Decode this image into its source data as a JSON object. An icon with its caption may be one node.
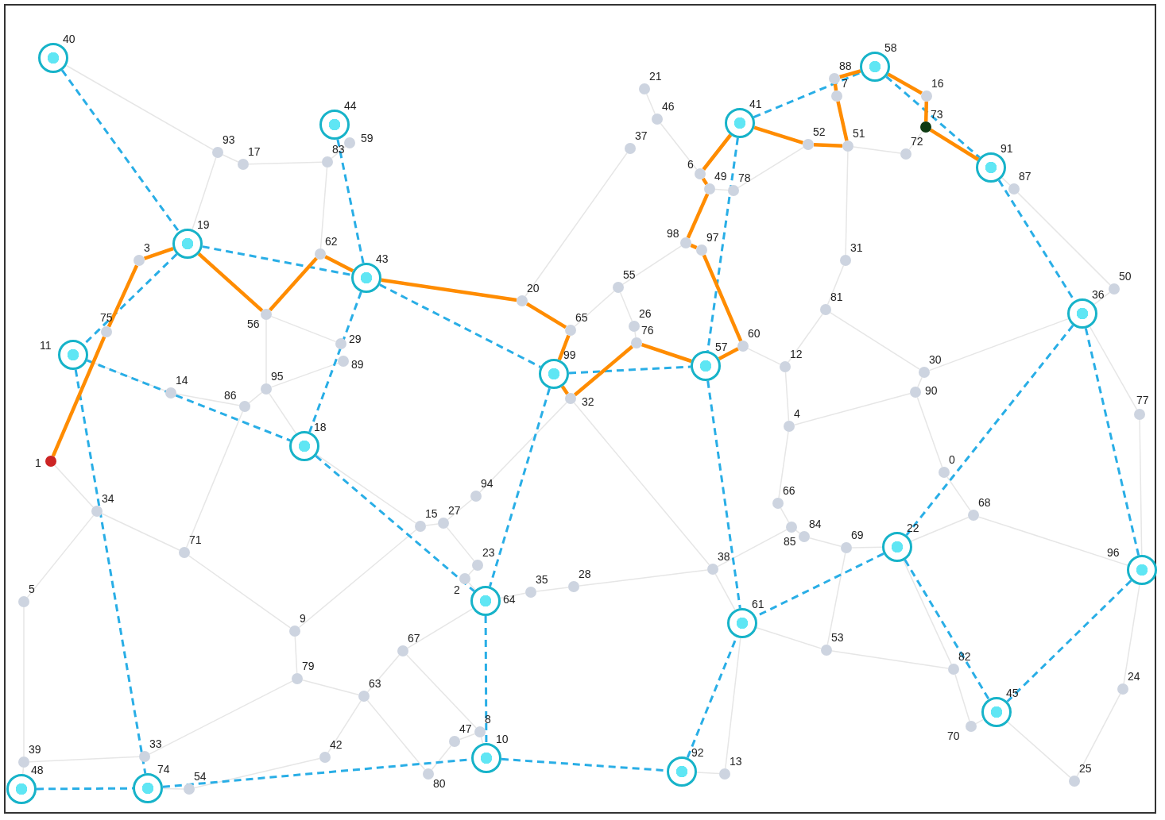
{
  "diagram": {
    "nodes": [
      {
        "text": [],
        "shape": "circle",
        "beside": [
          "0"
        ]
      },
      {
        "text": [],
        "shape": "circle",
        "beside": [
          "1"
        ]
      },
      {
        "text": [],
        "shape": "circle",
        "beside": [
          "2"
        ]
      },
      {
        "text": [],
        "shape": "circle",
        "beside": [
          "3"
        ]
      },
      {
        "text": [],
        "shape": "circle",
        "beside": [
          "4"
        ]
      },
      {
        "text": [],
        "shape": "circle",
        "beside": [
          "5"
        ]
      },
      {
        "text": [],
        "shape": "circle",
        "beside": [
          "6"
        ]
      },
      {
        "text": [],
        "shape": "circle",
        "beside": [
          "7"
        ]
      },
      {
        "text": [],
        "shape": "circle",
        "beside": [
          "8"
        ]
      },
      {
        "text": [],
        "shape": "circle",
        "beside": [
          "9"
        ]
      },
      {
        "text": [],
        "shape": "circle",
        "beside": [
          "10"
        ]
      },
      {
        "text": [],
        "shape": "circle",
        "beside": [
          "11"
        ]
      },
      {
        "text": [],
        "shape": "circle",
        "beside": [
          "12"
        ]
      },
      {
        "text": [],
        "shape": "circle",
        "beside": [
          "13"
        ]
      },
      {
        "text": [],
        "shape": "circle",
        "beside": [
          "14"
        ]
      },
      {
        "text": [],
        "shape": "circle",
        "beside": [
          "15"
        ]
      },
      {
        "text": [],
        "shape": "circle",
        "beside": [
          "16"
        ]
      },
      {
        "text": [],
        "shape": "circle",
        "beside": [
          "17"
        ]
      },
      {
        "text": [],
        "shape": "circle",
        "beside": [
          "18"
        ]
      },
      {
        "text": [],
        "shape": "circle",
        "beside": [
          "19"
        ]
      },
      {
        "text": [],
        "shape": "circle",
        "beside": [
          "20"
        ]
      },
      {
        "text": [],
        "shape": "circle",
        "beside": [
          "21"
        ]
      },
      {
        "text": [],
        "shape": "circle",
        "beside": [
          "22"
        ]
      },
      {
        "text": [],
        "shape": "circle",
        "beside": [
          "23"
        ]
      },
      {
        "text": [],
        "shape": "circle",
        "beside": [
          "24"
        ]
      },
      {
        "text": [],
        "shape": "circle",
        "beside": [
          "25"
        ]
      },
      {
        "text": [],
        "shape": "circle",
        "beside": [
          "26"
        ]
      },
      {
        "text": [],
        "shape": "circle",
        "beside": [
          "27"
        ]
      },
      {
        "text": [],
        "shape": "circle",
        "beside": [
          "28"
        ]
      },
      {
        "text": [],
        "shape": "circle",
        "beside": [
          "29"
        ]
      },
      {
        "text": [],
        "shape": "circle",
        "beside": [
          "30"
        ]
      },
      {
        "text": [],
        "shape": "circle",
        "beside": [
          "31"
        ]
      },
      {
        "text": [],
        "shape": "circle",
        "beside": [
          "32"
        ]
      },
      {
        "text": [],
        "shape": "circle",
        "beside": [
          "33"
        ]
      },
      {
        "text": [],
        "shape": "circle",
        "beside": [
          "34"
        ]
      },
      {
        "text": [],
        "shape": "circle",
        "beside": [
          "35"
        ]
      },
      {
        "text": [],
        "shape": "circle",
        "beside": [
          "36"
        ]
      },
      {
        "text": [],
        "shape": "circle",
        "beside": [
          "37"
        ]
      },
      {
        "text": [],
        "shape": "circle",
        "beside": [
          "38"
        ]
      },
      {
        "text": [],
        "shape": "circle",
        "beside": [
          "39"
        ]
      },
      {
        "text": [],
        "shape": "circle",
        "beside": [
          "40"
        ]
      },
      {
        "text": [],
        "shape": "circle",
        "beside": [
          "41"
        ]
      },
      {
        "text": [],
        "shape": "circle",
        "beside": [
          "42"
        ]
      },
      {
        "text": [],
        "shape": "circle",
        "beside": [
          "43"
        ]
      },
      {
        "text": [],
        "shape": "circle",
        "beside": [
          "44"
        ]
      },
      {
        "text": [],
        "shape": "circle",
        "beside": [
          "45"
        ]
      },
      {
        "text": [],
        "shape": "circle",
        "beside": [
          "46"
        ]
      },
      {
        "text": [],
        "shape": "circle",
        "beside": [
          "47"
        ]
      },
      {
        "text": [],
        "shape": "circle",
        "beside": [
          "48"
        ]
      },
      {
        "text": [],
        "shape": "circle",
        "beside": [
          "49"
        ]
      },
      {
        "text": [],
        "shape": "circle",
        "beside": [
          "50"
        ]
      },
      {
        "text": [],
        "shape": "circle",
        "beside": [
          "51"
        ]
      },
      {
        "text": [],
        "shape": "circle",
        "beside": [
          "52"
        ]
      },
      {
        "text": [],
        "shape": "circle",
        "beside": [
          "53"
        ]
      },
      {
        "text": [],
        "shape": "circle",
        "beside": [
          "54"
        ]
      },
      {
        "text": [],
        "shape": "circle",
        "beside": [
          "55"
        ]
      },
      {
        "text": [],
        "shape": "circle",
        "beside": [
          "56"
        ]
      },
      {
        "text": [],
        "shape": "circle",
        "beside": [
          "57"
        ]
      },
      {
        "text": [],
        "shape": "circle",
        "beside": [
          "58"
        ]
      },
      {
        "text": [],
        "shape": "circle",
        "beside": [
          "59"
        ]
      },
      {
        "text": [],
        "shape": "circle",
        "beside": [
          "60"
        ]
      },
      {
        "text": [],
        "shape": "circle",
        "beside": [
          "61"
        ]
      },
      {
        "text": [],
        "shape": "circle",
        "beside": [
          "62"
        ]
      },
      {
        "text": [],
        "shape": "circle",
        "beside": [
          "63"
        ]
      },
      {
        "text": [],
        "shape": "circle",
        "beside": [
          "64"
        ]
      },
      {
        "text": [],
        "shape": "circle",
        "beside": [
          "65"
        ]
      },
      {
        "text": [],
        "shape": "circle",
        "beside": [
          "66"
        ]
      },
      {
        "text": [],
        "shape": "circle",
        "beside": [
          "67"
        ]
      },
      {
        "text": [],
        "shape": "circle",
        "beside": [
          "68"
        ]
      },
      {
        "text": [],
        "shape": "circle",
        "beside": [
          "69"
        ]
      },
      {
        "text": [],
        "shape": "circle",
        "beside": [
          "70"
        ]
      },
      {
        "text": [],
        "shape": "circle",
        "beside": [
          "71"
        ]
      },
      {
        "text": [],
        "shape": "circle",
        "beside": [
          "72"
        ]
      },
      {
        "text": [],
        "shape": "circle",
        "beside": [
          "73"
        ]
      },
      {
        "text": [],
        "shape": "circle",
        "beside": [
          "74"
        ]
      },
      {
        "text": [],
        "shape": "circle",
        "beside": [
          "75"
        ]
      },
      {
        "text": [],
        "shape": "circle",
        "beside": [
          "76"
        ]
      },
      {
        "text": [],
        "shape": "circle",
        "beside": [
          "77"
        ]
      },
      {
        "text": [],
        "shape": "circle",
        "beside": [
          "78"
        ]
      },
      {
        "text": [],
        "shape": "circle",
        "beside": [
          "79"
        ]
      },
      {
        "text": [],
        "shape": "circle",
        "beside": [
          "80"
        ]
      },
      {
        "text": [],
        "shape": "circle",
        "beside": [
          "81"
        ]
      },
      {
        "text": [],
        "shape": "circle",
        "beside": [
          "82"
        ]
      },
      {
        "text": [],
        "shape": "circle",
        "beside": [
          "83"
        ]
      },
      {
        "text": [],
        "shape": "circle",
        "beside": [
          "84"
        ]
      },
      {
        "text": [],
        "shape": "circle",
        "beside": [
          "85"
        ]
      },
      {
        "text": [],
        "shape": "circle",
        "beside": [
          "86"
        ]
      },
      {
        "text": [],
        "shape": "circle",
        "beside": [
          "87"
        ]
      },
      {
        "text": [],
        "shape": "circle",
        "beside": [
          "88"
        ]
      },
      {
        "text": [],
        "shape": "circle",
        "beside": [
          "89"
        ]
      },
      {
        "text": [],
        "shape": "circle",
        "beside": [
          "90"
        ]
      },
      {
        "text": [],
        "shape": "circle",
        "beside": [
          "91"
        ]
      },
      {
        "text": [],
        "shape": "circle",
        "beside": [
          "92"
        ]
      },
      {
        "text": [],
        "shape": "circle",
        "beside": [
          "93"
        ]
      },
      {
        "text": [],
        "shape": "circle",
        "beside": [
          "94"
        ]
      },
      {
        "text": [],
        "shape": "circle",
        "beside": [
          "95"
        ]
      },
      {
        "text": [],
        "shape": "circle",
        "beside": [
          "96"
        ]
      },
      {
        "text": [],
        "shape": "circle",
        "beside": [
          "97"
        ]
      },
      {
        "text": [],
        "shape": "circle",
        "beside": [
          "98"
        ]
      },
      {
        "text": [],
        "shape": "circle",
        "beside": [
          "99"
        ]
      }
    ],
    "edges": [
      {
        "from": 40,
        "to": 93,
        "arrow": "none"
      },
      {
        "from": 93,
        "to": 17,
        "arrow": "none"
      },
      {
        "from": 93,
        "to": 19,
        "arrow": "none"
      },
      {
        "from": 17,
        "to": 83,
        "arrow": "none"
      },
      {
        "from": 83,
        "to": 59,
        "arrow": "none"
      },
      {
        "from": 83,
        "to": 62,
        "arrow": "none"
      },
      {
        "from": 56,
        "to": 29,
        "arrow": "none"
      },
      {
        "from": 56,
        "to": 95,
        "arrow": "none"
      },
      {
        "from": 95,
        "to": 89,
        "arrow": "none"
      },
      {
        "from": 95,
        "to": 86,
        "arrow": "none"
      },
      {
        "from": 14,
        "to": 86,
        "arrow": "none"
      },
      {
        "from": 11,
        "to": 14,
        "arrow": "none"
      },
      {
        "from": 86,
        "to": 71,
        "arrow": "none"
      },
      {
        "from": 95,
        "to": 18,
        "arrow": "none"
      },
      {
        "from": 18,
        "to": 15,
        "arrow": "none"
      },
      {
        "from": 1,
        "to": 34,
        "arrow": "none"
      },
      {
        "from": 34,
        "to": 5,
        "arrow": "none"
      },
      {
        "from": 34,
        "to": 71,
        "arrow": "none"
      },
      {
        "from": 5,
        "to": 39,
        "arrow": "none"
      },
      {
        "from": 39,
        "to": 33,
        "arrow": "none"
      },
      {
        "from": 39,
        "to": 48,
        "arrow": "none"
      },
      {
        "from": 33,
        "to": 79,
        "arrow": "none"
      },
      {
        "from": 71,
        "to": 9,
        "arrow": "none"
      },
      {
        "from": 9,
        "to": 79,
        "arrow": "none"
      },
      {
        "from": 9,
        "to": 15,
        "arrow": "none"
      },
      {
        "from": 79,
        "to": 63,
        "arrow": "none"
      },
      {
        "from": 63,
        "to": 42,
        "arrow": "none"
      },
      {
        "from": 63,
        "to": 80,
        "arrow": "none"
      },
      {
        "from": 63,
        "to": 67,
        "arrow": "none"
      },
      {
        "from": 42,
        "to": 54,
        "arrow": "none"
      },
      {
        "from": 54,
        "to": 74,
        "arrow": "none"
      },
      {
        "from": 67,
        "to": 64,
        "arrow": "none"
      },
      {
        "from": 67,
        "to": 8,
        "arrow": "none"
      },
      {
        "from": 47,
        "to": 80,
        "arrow": "none"
      },
      {
        "from": 47,
        "to": 8,
        "arrow": "none"
      },
      {
        "from": 8,
        "to": 10,
        "arrow": "none"
      },
      {
        "from": 15,
        "to": 27,
        "arrow": "none"
      },
      {
        "from": 27,
        "to": 94,
        "arrow": "none"
      },
      {
        "from": 94,
        "to": 32,
        "arrow": "none"
      },
      {
        "from": 27,
        "to": 23,
        "arrow": "none"
      },
      {
        "from": 23,
        "to": 2,
        "arrow": "none"
      },
      {
        "from": 2,
        "to": 64,
        "arrow": "none"
      },
      {
        "from": 64,
        "to": 35,
        "arrow": "none"
      },
      {
        "from": 35,
        "to": 28,
        "arrow": "none"
      },
      {
        "from": 28,
        "to": 38,
        "arrow": "none"
      },
      {
        "from": 38,
        "to": 32,
        "arrow": "none"
      },
      {
        "from": 38,
        "to": 61,
        "arrow": "none"
      },
      {
        "from": 38,
        "to": 85,
        "arrow": "none"
      },
      {
        "from": 61,
        "to": 13,
        "arrow": "none"
      },
      {
        "from": 61,
        "to": 53,
        "arrow": "none"
      },
      {
        "from": 53,
        "to": 82,
        "arrow": "none"
      },
      {
        "from": 53,
        "to": 69,
        "arrow": "none"
      },
      {
        "from": 69,
        "to": 84,
        "arrow": "none"
      },
      {
        "from": 69,
        "to": 22,
        "arrow": "none"
      },
      {
        "from": 85,
        "to": 66,
        "arrow": "none"
      },
      {
        "from": 66,
        "to": 4,
        "arrow": "none"
      },
      {
        "from": 4,
        "to": 12,
        "arrow": "none"
      },
      {
        "from": 4,
        "to": 90,
        "arrow": "none"
      },
      {
        "from": 12,
        "to": 81,
        "arrow": "none"
      },
      {
        "from": 12,
        "to": 60,
        "arrow": "none"
      },
      {
        "from": 81,
        "to": 31,
        "arrow": "none"
      },
      {
        "from": 81,
        "to": 30,
        "arrow": "none"
      },
      {
        "from": 30,
        "to": 36,
        "arrow": "none"
      },
      {
        "from": 30,
        "to": 90,
        "arrow": "none"
      },
      {
        "from": 90,
        "to": 0,
        "arrow": "none"
      },
      {
        "from": 0,
        "to": 68,
        "arrow": "none"
      },
      {
        "from": 68,
        "to": 22,
        "arrow": "none"
      },
      {
        "from": 68,
        "to": 96,
        "arrow": "none"
      },
      {
        "from": 22,
        "to": 82,
        "arrow": "none"
      },
      {
        "from": 82,
        "to": 70,
        "arrow": "none"
      },
      {
        "from": 70,
        "to": 45,
        "arrow": "none"
      },
      {
        "from": 45,
        "to": 25,
        "arrow": "none"
      },
      {
        "from": 25,
        "to": 24,
        "arrow": "none"
      },
      {
        "from": 24,
        "to": 96,
        "arrow": "none"
      },
      {
        "from": 96,
        "to": 77,
        "arrow": "none"
      },
      {
        "from": 77,
        "to": 36,
        "arrow": "none"
      },
      {
        "from": 36,
        "to": 50,
        "arrow": "none"
      },
      {
        "from": 50,
        "to": 87,
        "arrow": "none"
      },
      {
        "from": 87,
        "to": 91,
        "arrow": "none"
      },
      {
        "from": 31,
        "to": 51,
        "arrow": "none"
      },
      {
        "from": 51,
        "to": 72,
        "arrow": "none"
      },
      {
        "from": 72,
        "to": 73,
        "arrow": "none"
      },
      {
        "from": 78,
        "to": 52,
        "arrow": "none"
      },
      {
        "from": 49,
        "to": 78,
        "arrow": "none"
      },
      {
        "from": 6,
        "to": 46,
        "arrow": "none"
      },
      {
        "from": 46,
        "to": 21,
        "arrow": "none"
      },
      {
        "from": 55,
        "to": 65,
        "arrow": "none"
      },
      {
        "from": 55,
        "to": 98,
        "arrow": "none"
      },
      {
        "from": 55,
        "to": 26,
        "arrow": "none"
      },
      {
        "from": 26,
        "to": 76,
        "arrow": "none"
      },
      {
        "from": 20,
        "to": 37,
        "arrow": "none"
      },
      {
        "from": 13,
        "to": 92,
        "arrow": "none"
      },
      {
        "from": 84,
        "to": 85,
        "arrow": "none"
      },
      {
        "from": 40,
        "to": 19,
        "arrow": "none",
        "style": "dashed",
        "color": "#29aee6"
      },
      {
        "from": 19,
        "to": 11,
        "arrow": "none",
        "style": "dashed",
        "color": "#29aee6"
      },
      {
        "from": 19,
        "to": 43,
        "arrow": "none",
        "style": "dashed",
        "color": "#29aee6"
      },
      {
        "from": 44,
        "to": 43,
        "arrow": "none",
        "style": "dashed",
        "color": "#29aee6"
      },
      {
        "from": 43,
        "to": 18,
        "arrow": "none",
        "style": "dashed",
        "color": "#29aee6"
      },
      {
        "from": 43,
        "to": 99,
        "arrow": "none",
        "style": "dashed",
        "color": "#29aee6"
      },
      {
        "from": 11,
        "to": 18,
        "arrow": "none",
        "style": "dashed",
        "color": "#29aee6"
      },
      {
        "from": 11,
        "to": 74,
        "arrow": "none",
        "style": "dashed",
        "color": "#29aee6"
      },
      {
        "from": 48,
        "to": 74,
        "arrow": "none",
        "style": "dashed",
        "color": "#29aee6"
      },
      {
        "from": 74,
        "to": 10,
        "arrow": "none",
        "style": "dashed",
        "color": "#29aee6"
      },
      {
        "from": 18,
        "to": 64,
        "arrow": "none",
        "style": "dashed",
        "color": "#29aee6"
      },
      {
        "from": 99,
        "to": 64,
        "arrow": "none",
        "style": "dashed",
        "color": "#29aee6"
      },
      {
        "from": 64,
        "to": 10,
        "arrow": "none",
        "style": "dashed",
        "color": "#29aee6"
      },
      {
        "from": 10,
        "to": 92,
        "arrow": "none",
        "style": "dashed",
        "color": "#29aee6"
      },
      {
        "from": 92,
        "to": 61,
        "arrow": "none",
        "style": "dashed",
        "color": "#29aee6"
      },
      {
        "from": 99,
        "to": 57,
        "arrow": "none",
        "style": "dashed",
        "color": "#29aee6"
      },
      {
        "from": 57,
        "to": 61,
        "arrow": "none",
        "style": "dashed",
        "color": "#29aee6"
      },
      {
        "from": 41,
        "to": 57,
        "arrow": "none",
        "style": "dashed",
        "color": "#29aee6"
      },
      {
        "from": 41,
        "to": 58,
        "arrow": "none",
        "style": "dashed",
        "color": "#29aee6"
      },
      {
        "from": 58,
        "to": 91,
        "arrow": "none",
        "style": "dashed",
        "color": "#29aee6"
      },
      {
        "from": 91,
        "to": 36,
        "arrow": "none",
        "style": "dashed",
        "color": "#29aee6"
      },
      {
        "from": 36,
        "to": 22,
        "arrow": "none",
        "style": "dashed",
        "color": "#29aee6"
      },
      {
        "from": 36,
        "to": 96,
        "arrow": "none",
        "style": "dashed",
        "color": "#29aee6"
      },
      {
        "from": 22,
        "to": 61,
        "arrow": "none",
        "style": "dashed",
        "color": "#29aee6"
      },
      {
        "from": 22,
        "to": 45,
        "arrow": "none",
        "style": "dashed",
        "color": "#29aee6"
      },
      {
        "from": 96,
        "to": 45,
        "arrow": "none",
        "style": "dashed",
        "color": "#29aee6"
      },
      {
        "from": 1,
        "to": 75,
        "arrow": "none",
        "style": "thick",
        "color": "#ff8c00"
      },
      {
        "from": 75,
        "to": 3,
        "arrow": "none",
        "style": "thick",
        "color": "#ff8c00"
      },
      {
        "from": 3,
        "to": 19,
        "arrow": "none",
        "style": "thick",
        "color": "#ff8c00"
      },
      {
        "from": 19,
        "to": 56,
        "arrow": "none",
        "style": "thick",
        "color": "#ff8c00"
      },
      {
        "from": 56,
        "to": 62,
        "arrow": "none",
        "style": "thick",
        "color": "#ff8c00"
      },
      {
        "from": 62,
        "to": 43,
        "arrow": "none",
        "style": "thick",
        "color": "#ff8c00"
      },
      {
        "from": 43,
        "to": 20,
        "arrow": "none",
        "style": "thick",
        "color": "#ff8c00"
      },
      {
        "from": 20,
        "to": 65,
        "arrow": "none",
        "style": "thick",
        "color": "#ff8c00"
      },
      {
        "from": 65,
        "to": 99,
        "arrow": "none",
        "style": "thick",
        "color": "#ff8c00"
      },
      {
        "from": 99,
        "to": 32,
        "arrow": "none",
        "style": "thick",
        "color": "#ff8c00"
      },
      {
        "from": 32,
        "to": 76,
        "arrow": "none",
        "style": "thick",
        "color": "#ff8c00"
      },
      {
        "from": 76,
        "to": 57,
        "arrow": "none",
        "style": "thick",
        "color": "#ff8c00"
      },
      {
        "from": 57,
        "to": 60,
        "arrow": "none",
        "style": "thick",
        "color": "#ff8c00"
      },
      {
        "from": 60,
        "to": 97,
        "arrow": "none",
        "style": "thick",
        "color": "#ff8c00"
      },
      {
        "from": 97,
        "to": 98,
        "arrow": "none",
        "style": "thick",
        "color": "#ff8c00"
      },
      {
        "from": 98,
        "to": 49,
        "arrow": "none",
        "style": "thick",
        "color": "#ff8c00"
      },
      {
        "from": 49,
        "to": 6,
        "arrow": "none",
        "style": "thick",
        "color": "#ff8c00"
      },
      {
        "from": 6,
        "to": 41,
        "arrow": "none",
        "style": "thick",
        "color": "#ff8c00"
      },
      {
        "from": 41,
        "to": 52,
        "arrow": "none",
        "style": "thick",
        "color": "#ff8c00"
      },
      {
        "from": 52,
        "to": 51,
        "arrow": "none",
        "style": "thick",
        "color": "#ff8c00"
      },
      {
        "from": 51,
        "to": 7,
        "arrow": "none",
        "style": "thick",
        "color": "#ff8c00"
      },
      {
        "from": 7,
        "to": 88,
        "arrow": "none",
        "style": "thick",
        "color": "#ff8c00"
      },
      {
        "from": 88,
        "to": 58,
        "arrow": "none",
        "style": "thick",
        "color": "#ff8c00"
      },
      {
        "from": 58,
        "to": 16,
        "arrow": "none",
        "style": "thick",
        "color": "#ff8c00"
      },
      {
        "from": 16,
        "to": 73,
        "arrow": "none",
        "style": "thick",
        "color": "#ff8c00"
      },
      {
        "from": 73,
        "to": 91,
        "arrow": "none",
        "style": "thick",
        "color": "#ff8c00"
      }
    ]
  }
}
